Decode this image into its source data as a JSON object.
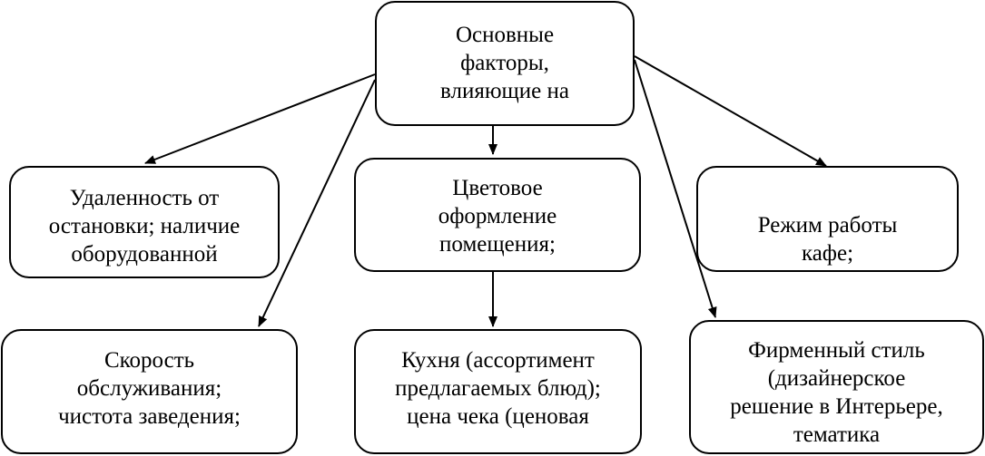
{
  "diagram": {
    "root": {
      "lines": [
        "Основные",
        "факторы,",
        "влияющие на"
      ]
    },
    "nodes": {
      "distance": {
        "lines": [
          "Удаленность от",
          "остановки; наличие",
          "оборудованной"
        ]
      },
      "color": {
        "lines": [
          "Цветовое",
          "оформление",
          "помещения;"
        ]
      },
      "hours": {
        "lines": [
          "Режим работы",
          "кафе;"
        ]
      },
      "speed": {
        "lines": [
          "Скорость",
          "обслуживания;",
          "чистота заведения;"
        ]
      },
      "kitchen": {
        "lines": [
          "Кухня (ассортимент",
          "предлагаемых блюд);",
          "цена чека (ценовая"
        ]
      },
      "style": {
        "lines": [
          "Фирменный стиль",
          "(дизайнерское",
          "решение в Интерьере,",
          "тематика"
        ]
      }
    },
    "edges": [
      {
        "from": "root",
        "to": "distance"
      },
      {
        "from": "root",
        "to": "color"
      },
      {
        "from": "root",
        "to": "hours"
      },
      {
        "from": "root",
        "to": "speed"
      },
      {
        "from": "root",
        "to": "style"
      },
      {
        "from": "color",
        "to": "kitchen"
      }
    ]
  }
}
